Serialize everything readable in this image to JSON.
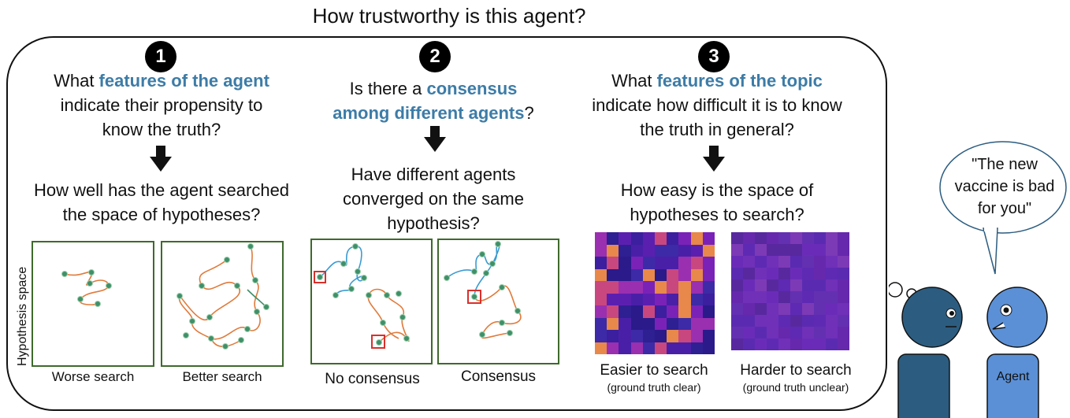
{
  "title": "How trustworthy is this agent?",
  "columns": [
    {
      "badge": "1",
      "q_pre": "What ",
      "q_hl": "features of the agent",
      "q_post_line2": "indicate their propensity to",
      "q_post_line3": "know the truth?",
      "sub_line1": "How well has the agent searched",
      "sub_line2": "the space of hypotheses?",
      "label_left": "Worse search",
      "label_right": "Better search"
    },
    {
      "badge": "2",
      "q_line1_pre": "Is there a ",
      "q_line1_hl": "consensus",
      "q_line2_hl": "among different agents",
      "q_line2_post": "?",
      "sub_line1": "Have different agents",
      "sub_line2": "converged on the same",
      "sub_line3": "hypothesis?",
      "label_left": "No consensus",
      "label_right": "Consensus"
    },
    {
      "badge": "3",
      "q_pre": "What ",
      "q_hl": "features of the topic",
      "q_line2": "indicate how difficult it is to know",
      "q_line3": "the truth in general?",
      "sub_line1": "How easy is the space of",
      "sub_line2": "hypotheses to search?",
      "label_left": "Easier to search",
      "label_left_sub": "(ground truth clear)",
      "label_right": "Harder to search",
      "label_right_sub": "(ground truth unclear)"
    }
  ],
  "y_axis_label": "Hypothesis space",
  "speech": {
    "line1": "\"The new",
    "line2": "vaccine is bad",
    "line3": "for you\""
  },
  "agent_label": "Agent",
  "colors": {
    "accent": "#3d7ca7",
    "path_orange": "#e07b3c",
    "path_blue": "#3b9bd1",
    "node_green": "#3f8f6a",
    "box_border": "#3e6a2c",
    "agent_dark": "#2c5d80",
    "agent_light": "#5b90d6",
    "highlight_red": "#d9302b"
  },
  "icons": [
    "down-arrow-icon",
    "thought-bubble-icon",
    "speech-bubble-icon"
  ]
}
